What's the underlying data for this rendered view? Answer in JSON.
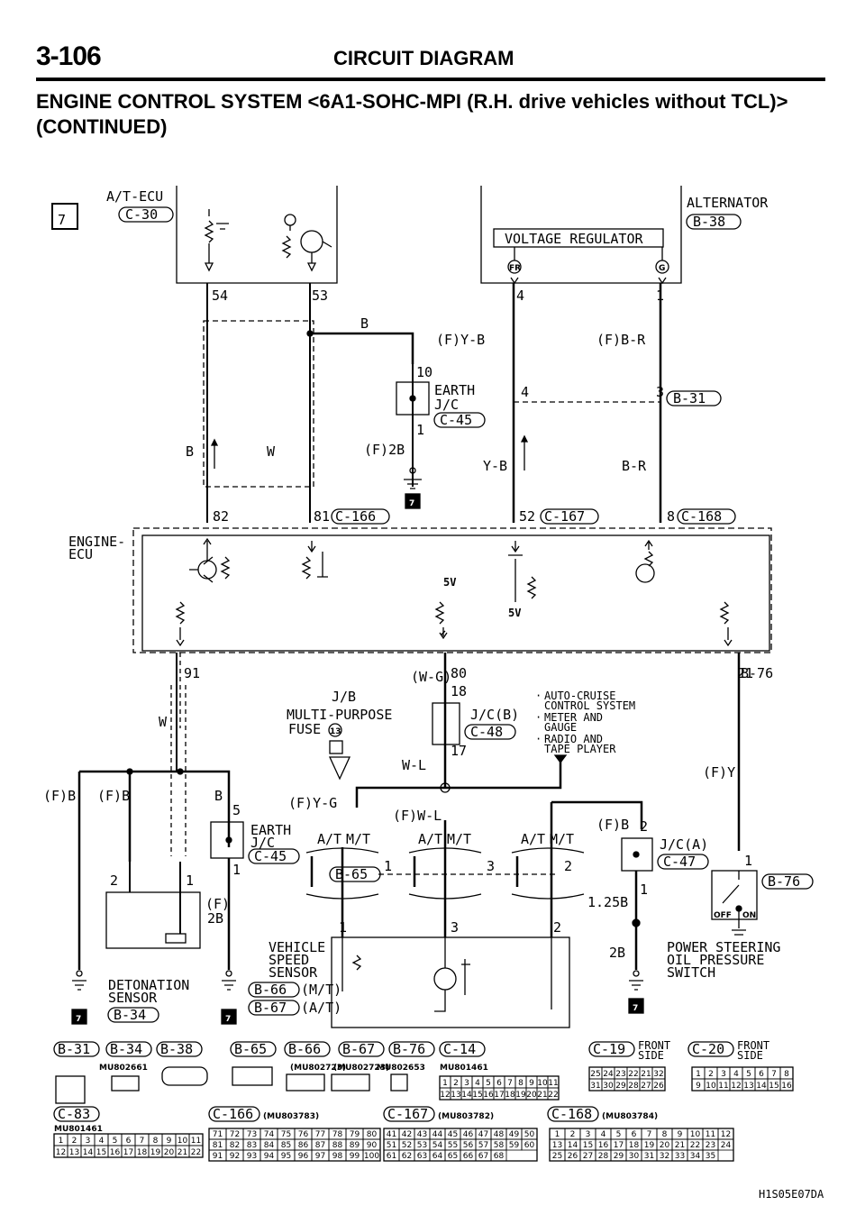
{
  "header": {
    "page": "3-106",
    "title": "CIRCUIT DIAGRAM"
  },
  "titles": {
    "line1": "ENGINE CONTROL SYSTEM <6A1-SOHC-MPI (R.H. drive vehicles without TCL)>",
    "line2": "(CONTINUED)"
  },
  "section_mark": "7",
  "components": {
    "at_ecu": "A/T-ECU",
    "at_ecu_conn": "C-30",
    "alternator": "ALTERNATOR",
    "alternator_conn": "B-38",
    "voltage_regulator": "VOLTAGE REGULATOR",
    "fr": "FR",
    "g": "G",
    "engine_ecu_l1": "ENGINE-",
    "engine_ecu_l2": "ECU",
    "earth_jc_l1": "EARTH",
    "earth_jc_l2": "J/C",
    "earth_jc_conn": "C-45",
    "jb_l1": "J/B",
    "jb_l2": "MULTI-PURPOSE",
    "jb_l3": "FUSE",
    "fuse_no": "13",
    "jc_b": "J/C(B)",
    "jc_b_conn": "C-48",
    "jc_a": "J/C(A)",
    "jc_a_conn": "C-47",
    "conn_b31": "B-31",
    "conn_b65": "B-65",
    "conn_b76": "B-76",
    "notes": [
      "AUTO-CRUISE",
      "CONTROL SYSTEM",
      "METER AND",
      "GAUGE",
      "RADIO AND",
      "TAPE PLAYER"
    ],
    "detonation_l1": "DETONATION",
    "detonation_l2": "SENSOR",
    "detonation_conn": "B-34",
    "vss_l1": "VEHICLE",
    "vss_l2": "SPEED",
    "vss_l3": "SENSOR",
    "vss_conn_mt": "B-66",
    "vss_mt": "(M/T)",
    "vss_conn_at": "B-67",
    "vss_at": "(A/T)",
    "ps_l1": "POWER STEERING",
    "ps_l2": "OIL PRESSURE",
    "ps_l3": "SWITCH",
    "off": "OFF",
    "on": "ON",
    "five_v": "5V"
  },
  "pins": {
    "p54": "54",
    "p53": "53",
    "p4": "4",
    "p1": "1",
    "p10": "10",
    "p3": "3",
    "p82": "82",
    "p81": "81",
    "p52": "52",
    "p8": "8",
    "p91": "91",
    "p80": "80",
    "p18": "18",
    "p17": "17",
    "p5": "5",
    "p2": "2",
    "p21": "21"
  },
  "connector_ids": {
    "c166": "C-166",
    "c167": "C-167",
    "c168": "C-168"
  },
  "wires": {
    "b": "B",
    "w": "W",
    "f_y_b": "(F)Y-B",
    "f_b_r": "(F)B-R",
    "y_b": "Y-B",
    "b_r": "B-R",
    "f_2b": "(F)2B",
    "f_b": "(F)B",
    "w_g": "(W-G)",
    "w_l": "W-L",
    "f_y_g": "(F)Y-G",
    "f_w_l": "(F)W-L",
    "f_y": "(F)Y",
    "f": "(F)",
    "twob": "2B",
    "onetwofiveb": "1.25B",
    "at": "A/T",
    "mt": "M/T"
  },
  "legend": {
    "row1": [
      "B-31",
      "B-34",
      "B-38",
      "B-65",
      "B-66",
      "B-67",
      "B-76",
      "C-14",
      "C-19",
      "C-20"
    ],
    "front_side_1": "FRONT",
    "front_side_2": "SIDE",
    "mu802661": "MU802661",
    "mu802723a": "(MU802723)",
    "mu802723b": "(MU802723)",
    "mu802653": "MU802653",
    "mu801461": "MU801461",
    "c83": "C-83",
    "mu801461b": "MU801461",
    "c166": "C-166",
    "mu803783": "(MU803783)",
    "c167": "C-167",
    "mu803782": "(MU803782)",
    "c168": "C-168",
    "mu803784": "(MU803784)",
    "c14_pins": [
      "1",
      "2",
      "3",
      "4",
      "5",
      "6",
      "7",
      "8",
      "9",
      "10",
      "11",
      "12",
      "13",
      "14",
      "15",
      "16",
      "17",
      "18",
      "19",
      "20",
      "21",
      "22"
    ],
    "c83_pins": [
      "1",
      "2",
      "3",
      "4",
      "5",
      "6",
      "7",
      "8",
      "9",
      "10",
      "11",
      "12",
      "13",
      "14",
      "15",
      "16",
      "17",
      "18",
      "19",
      "20",
      "21",
      "22"
    ],
    "c166_pins": [
      "71",
      "72",
      "73",
      "74",
      "75",
      "76",
      "77",
      "78",
      "79",
      "80",
      "81",
      "82",
      "83",
      "84",
      "85",
      "86",
      "87",
      "88",
      "89",
      "90",
      "91",
      "92",
      "93",
      "94",
      "95",
      "96",
      "97",
      "98",
      "99",
      "100"
    ],
    "c167_pins": [
      "41",
      "42",
      "43",
      "44",
      "45",
      "46",
      "47",
      "48",
      "49",
      "50",
      "51",
      "52",
      "53",
      "54",
      "55",
      "56",
      "57",
      "58",
      "59",
      "60",
      "61",
      "62",
      "63",
      "64",
      "65",
      "66",
      "67",
      "68"
    ],
    "c168_pins": [
      "1",
      "2",
      "3",
      "4",
      "5",
      "6",
      "7",
      "8",
      "9",
      "10",
      "11",
      "12",
      "13",
      "14",
      "15",
      "16",
      "17",
      "18",
      "19",
      "20",
      "21",
      "22",
      "23",
      "24",
      "25",
      "26",
      "27",
      "28",
      "29",
      "30",
      "31",
      "32",
      "33",
      "34",
      "35"
    ],
    "c19_pins": [
      "25",
      "24",
      "23",
      "22",
      "21",
      "32",
      "31",
      "30",
      "29",
      "28",
      "27",
      "26"
    ],
    "c20_pins": [
      "1",
      "2",
      "3",
      "4",
      "5",
      "6",
      "7",
      "8",
      "9",
      "10",
      "11",
      "12",
      "13",
      "14",
      "15",
      "16"
    ]
  },
  "footer_code": "H1S05E07DA"
}
